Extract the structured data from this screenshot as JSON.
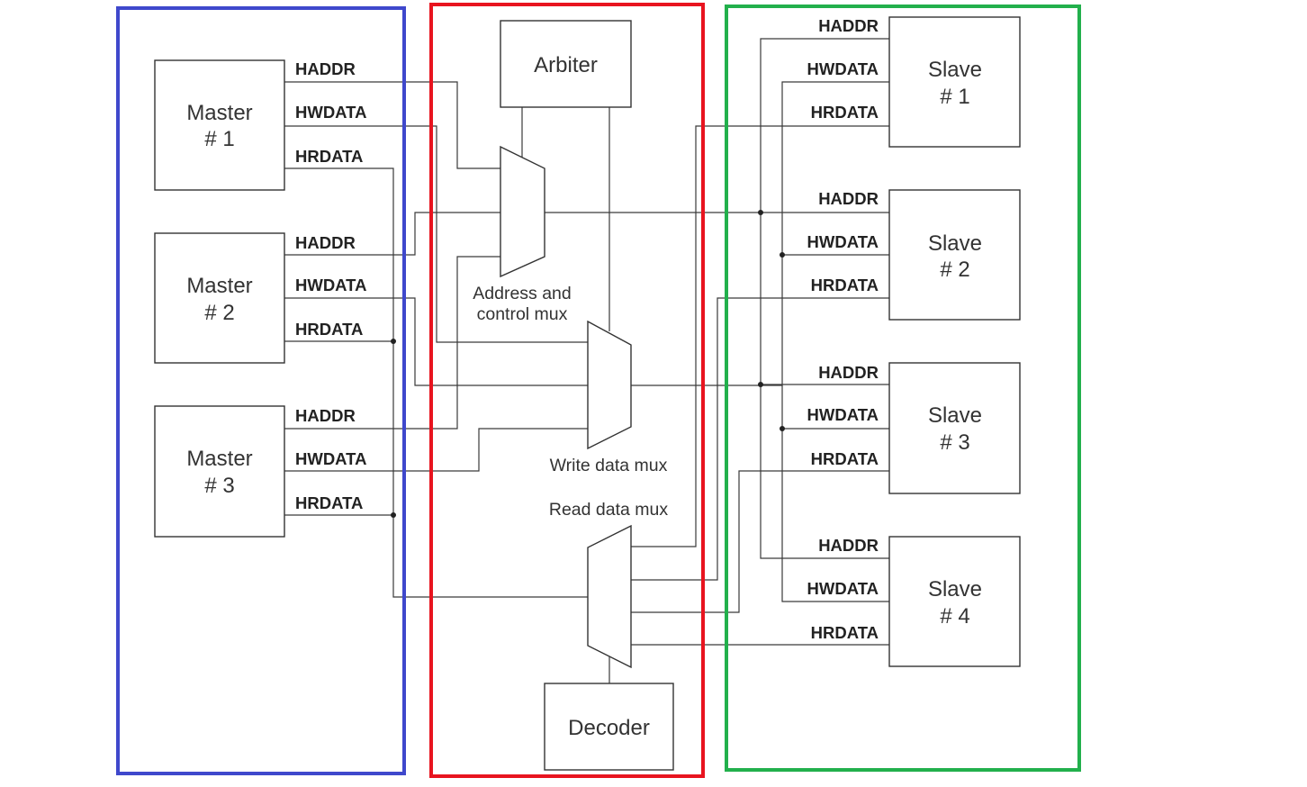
{
  "colors": {
    "masters_group": "#3f48cc",
    "interconnect_group": "#e8141f",
    "slaves_group": "#22b04c",
    "line": "#3a3a3a",
    "background": "#ffffff"
  },
  "signals": {
    "haddr": "HADDR",
    "hwdata": "HWDATA",
    "hrdata": "HRDATA"
  },
  "masters": [
    {
      "name": "Master",
      "number": "# 1"
    },
    {
      "name": "Master",
      "number": "# 2"
    },
    {
      "name": "Master",
      "number": "# 3"
    }
  ],
  "slaves": [
    {
      "name": "Slave",
      "number": "# 1"
    },
    {
      "name": "Slave",
      "number": "# 2"
    },
    {
      "name": "Slave",
      "number": "# 3"
    },
    {
      "name": "Slave",
      "number": "# 4"
    }
  ],
  "interconnect": {
    "arbiter": "Arbiter",
    "decoder": "Decoder",
    "address_mux_line1": "Address and",
    "address_mux_line2": "control mux",
    "write_mux": "Write data mux",
    "read_mux": "Read data mux"
  }
}
